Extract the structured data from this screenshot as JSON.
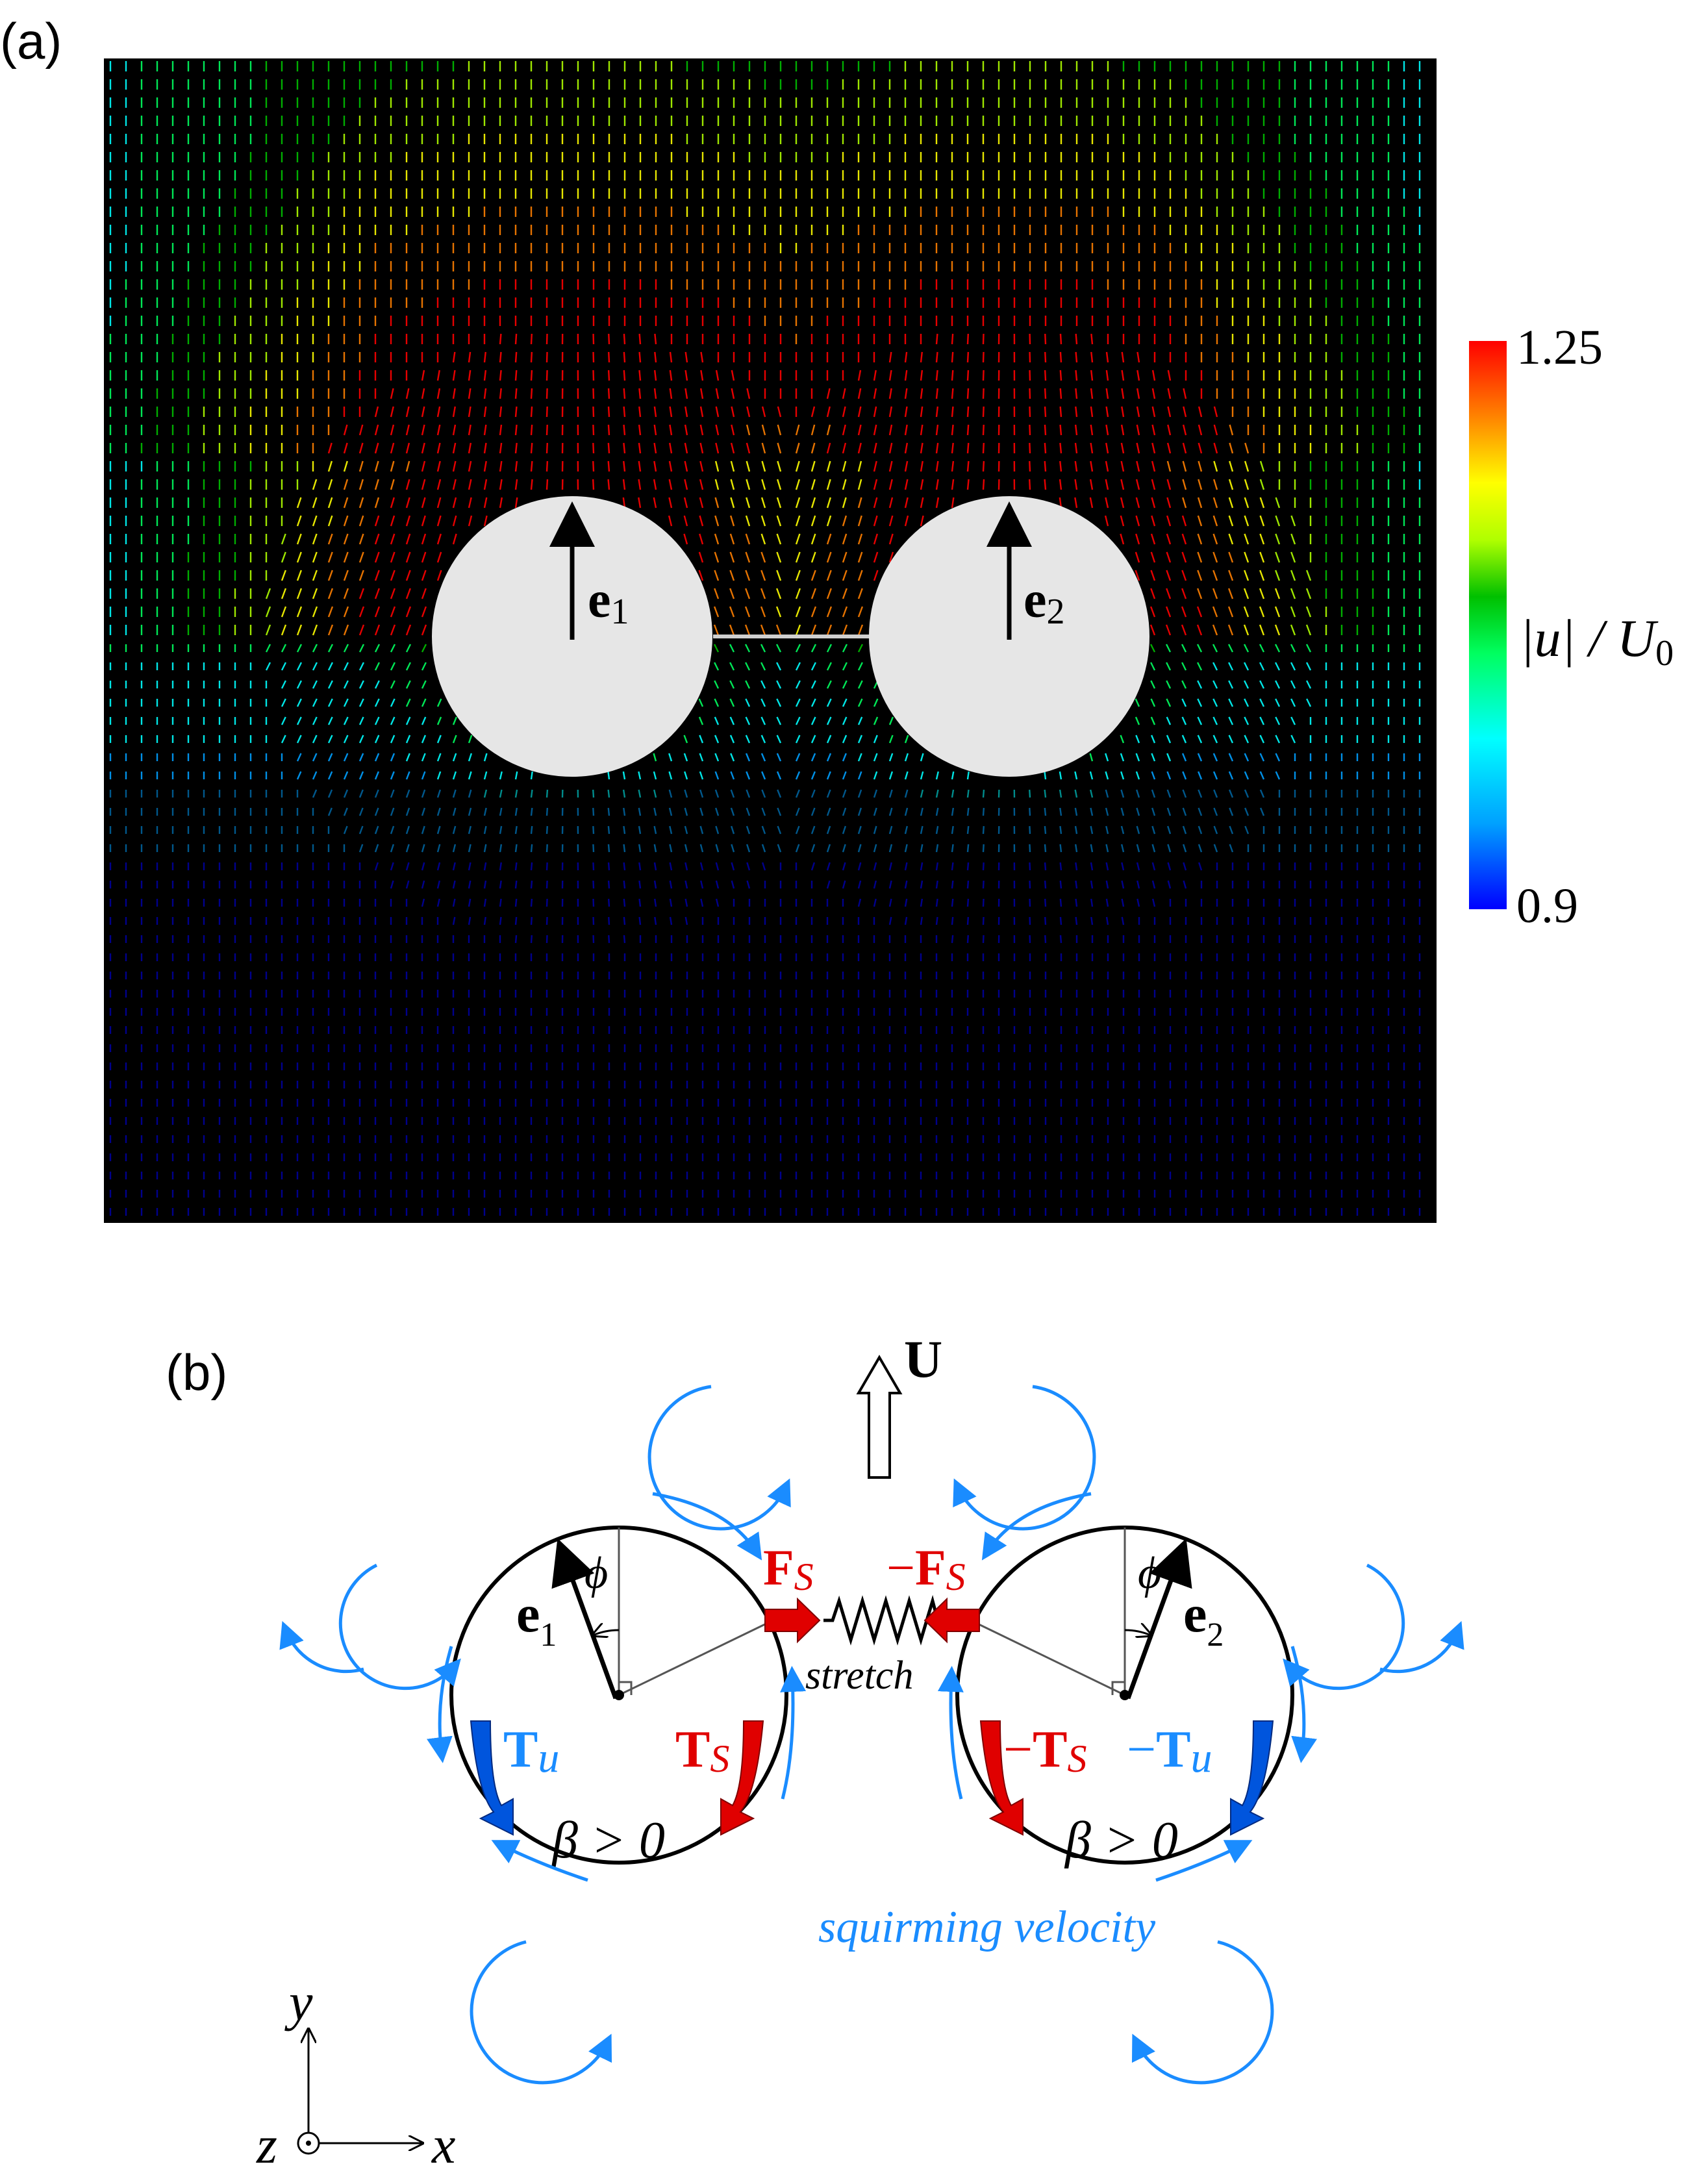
{
  "panel_a": {
    "label": "(a)",
    "colorbar": {
      "max_label": "1.25",
      "min_label": "0.9",
      "max_value": 1.25,
      "min_value": 0.9,
      "quantity_label": "|u| / U",
      "quantity_subscript": "0",
      "colors": [
        "#0000ff",
        "#00a0ff",
        "#00ffff",
        "#00ff60",
        "#00c000",
        "#b0ff00",
        "#ffff00",
        "#ff8000",
        "#ff0000"
      ]
    },
    "field_background": "#000000",
    "particle_fill": "#e6e6e6",
    "vector_labels": {
      "e1_main": "e",
      "e1_sub": "1",
      "e2_main": "e",
      "e2_sub": "2"
    }
  },
  "panel_b": {
    "label": "(b)",
    "velocity_label": "U",
    "force_left": {
      "main": "F",
      "sub": "S"
    },
    "force_right": {
      "minus": "−",
      "main": "F",
      "sub": "S"
    },
    "spring_label": "stretch",
    "torque_u_left": {
      "main": "T",
      "sub": "u"
    },
    "torque_s_left": {
      "main": "T",
      "sub": "S"
    },
    "torque_s_right": {
      "minus": "−",
      "main": "T",
      "sub": "S"
    },
    "torque_u_right": {
      "minus": "−",
      "main": "T",
      "sub": "u"
    },
    "beta_left": "β > 0",
    "beta_right": "β > 0",
    "angle_left": "ϕ",
    "angle_right": "ϕ",
    "e1": {
      "main": "e",
      "sub": "1"
    },
    "e2": {
      "main": "e",
      "sub": "2"
    },
    "squirming_label": "squirming velocity",
    "axes": {
      "y": "y",
      "x": "x",
      "z": "z"
    },
    "colors": {
      "blue": "#1a8cff",
      "red": "#e00000",
      "dark_blue": "#0055dd"
    }
  }
}
